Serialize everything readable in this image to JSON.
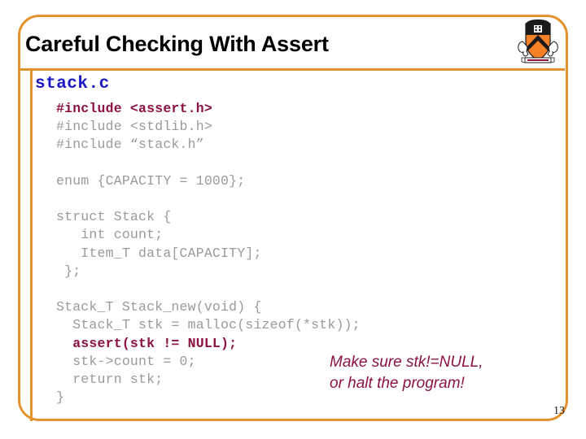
{
  "slide": {
    "title": "Careful Checking With Assert",
    "page_number": "13",
    "accent_color": "#e3922e",
    "code_color": "#9a9a9a",
    "highlight_color": "#8c1242",
    "filename_color": "#1a18c4"
  },
  "logo": {
    "name": "princeton-shield",
    "shield_band_color": "#1a1a1a",
    "shield_body_color": "#f58025",
    "motto": "DEI SUB NUMINE VIGET"
  },
  "code_block": {
    "filename": "stack.c",
    "lines": [
      {
        "text": "#include <assert.h>",
        "highlight": true
      },
      {
        "text": "#include <stdlib.h>",
        "highlight": false
      },
      {
        "text": "#include “stack.h”",
        "highlight": false
      },
      {
        "text": "",
        "highlight": false
      },
      {
        "text": "enum {CAPACITY = 1000};",
        "highlight": false
      },
      {
        "text": "",
        "highlight": false
      },
      {
        "text": "struct Stack {",
        "highlight": false
      },
      {
        "text": "   int count;",
        "highlight": false
      },
      {
        "text": "   Item_T data[CAPACITY];",
        "highlight": false
      },
      {
        "text": " };",
        "highlight": false
      },
      {
        "text": "",
        "highlight": false
      },
      {
        "text": "Stack_T Stack_new(void) {",
        "highlight": false
      },
      {
        "text": "  Stack_T stk = malloc(sizeof(*stk));",
        "highlight": false
      },
      {
        "text": "  assert(stk != NULL);",
        "highlight": true
      },
      {
        "text": "  stk->count = 0;",
        "highlight": false
      },
      {
        "text": "  return stk;",
        "highlight": false
      },
      {
        "text": "}",
        "highlight": false
      }
    ]
  },
  "annotation": {
    "text": "Make sure stk!=NULL,\nor halt the program!"
  }
}
